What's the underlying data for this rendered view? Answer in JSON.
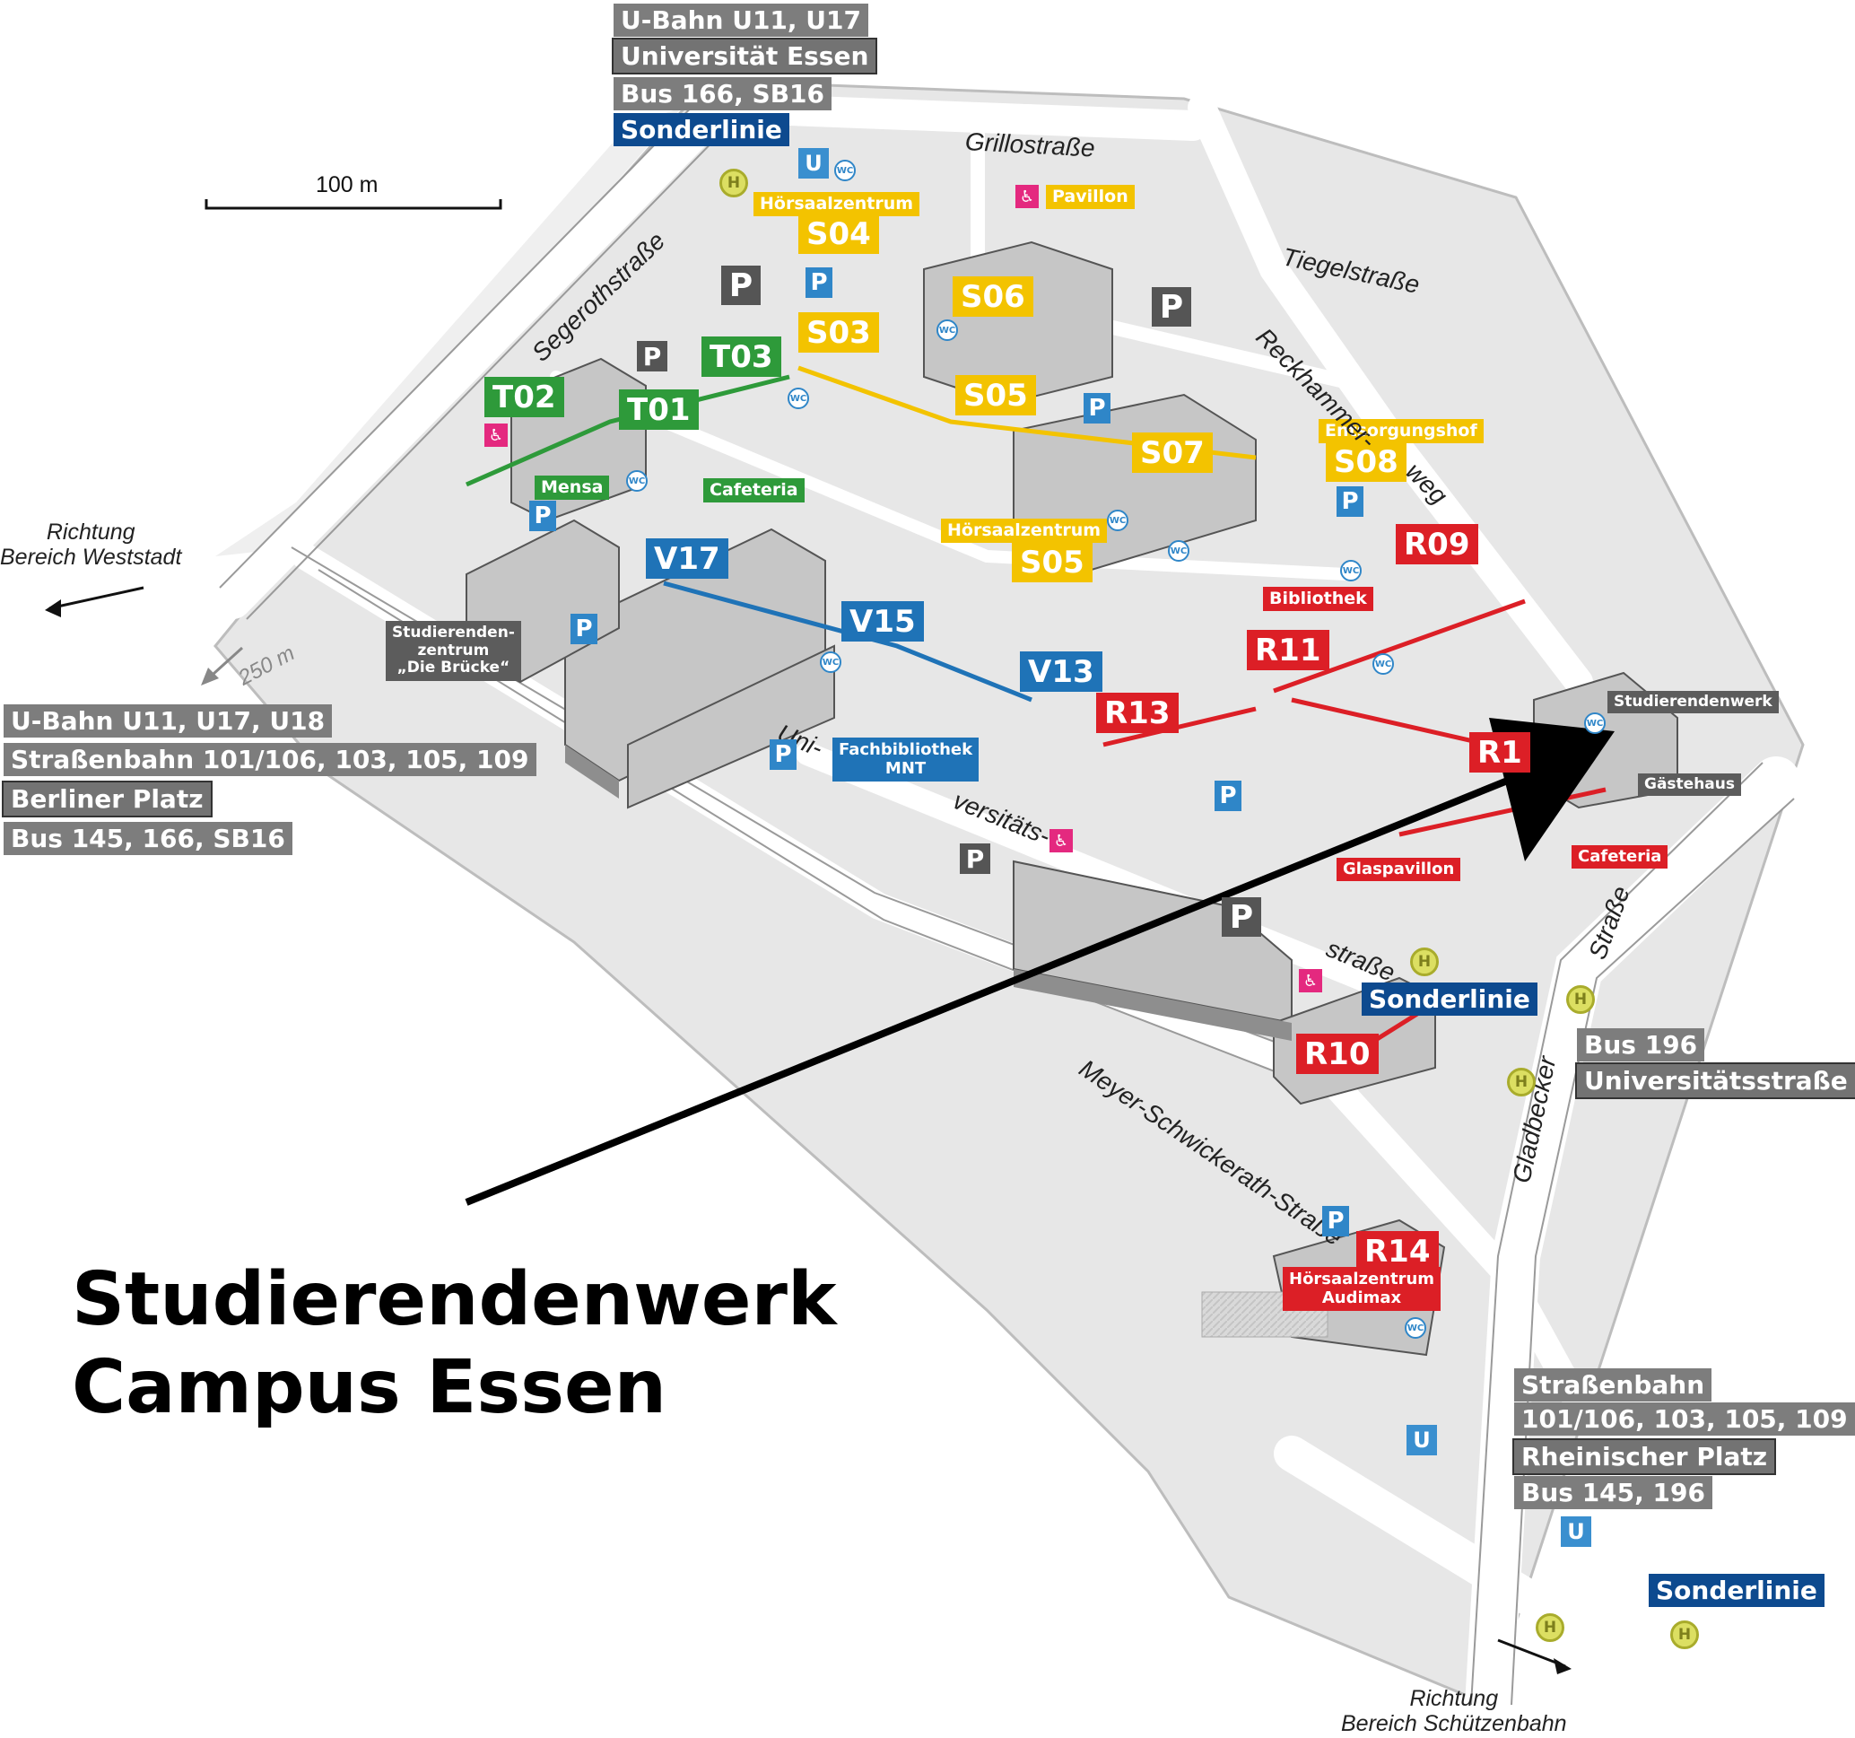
{
  "title": {
    "line1": "Studierendenwerk",
    "line2": "Campus Essen"
  },
  "scale": {
    "label": "100 m"
  },
  "distance": {
    "label": "250 m"
  },
  "directions": {
    "weststadt": "Richtung\nBereich Weststadt",
    "schuetzenbahn": "Richtung\nBereich Schützenbahn"
  },
  "streets": {
    "grillo": "Grillostraße",
    "segeroth": "Segerothstraße",
    "tiegel": "Tiegelstraße",
    "reckhammer1": "Reckhammer-",
    "reckhammer2": "weg",
    "uni1": "Uni-",
    "uni2": "versitäts-",
    "uni3": "straße",
    "meyer": "Meyer-Schwickerath-Straße",
    "gladbecker": "Gladbecker",
    "strasse": "Straße"
  },
  "transit": {
    "top": [
      "U-Bahn U11, U17",
      "Universität Essen",
      "Bus 166, SB16",
      "Sonderlinie"
    ],
    "left": [
      "U-Bahn U11, U17, U18",
      "Straßenbahn 101/106, 103, 105, 109",
      "Berliner Platz",
      "Bus 145, 166, SB16"
    ],
    "center_sonder": "Sonderlinie",
    "right": [
      "Bus 196",
      "Universitätsstraße"
    ],
    "bottom_right": [
      "Straßenbahn",
      "101/106, 103, 105, 109",
      "Rheinischer Platz",
      "Bus 145, 196"
    ],
    "bottom_sonder": "Sonderlinie"
  },
  "buildings": {
    "T01": "T01",
    "T02": "T02",
    "T03": "T03",
    "S03": "S03",
    "S04": "S04",
    "S05a": "S05",
    "S05b": "S05",
    "S06": "S06",
    "S07": "S07",
    "S08": "S08",
    "V13": "V13",
    "V15": "V15",
    "V17": "V17",
    "R09": "R09",
    "R10": "R10",
    "R11": "R11",
    "R12": "R1",
    "R13": "R13",
    "R14": "R14"
  },
  "facilities": {
    "mensa": "Mensa",
    "cafeteria_t": "Cafeteria",
    "pavillon": "Pavillon",
    "hsz_s04": "Hörsaalzentrum",
    "hsz_s05": "Hörsaalzentrum",
    "entsorgungshof": "Entsorgungshof",
    "bibliothek": "Bibliothek",
    "studierendenzentrum": "Studierenden-\nzentrum\n„Die Brücke“",
    "fachbibliothek": "Fachbibliothek\nMNT",
    "studierendenwerk": "Studierendenwerk",
    "gaestehaus": "Gästehaus",
    "cafeteria_r": "Cafeteria",
    "glaspavillon": "Glaspavillon",
    "hsz_r14": "Hörsaalzentrum\nAudimax"
  },
  "symbols": {
    "parking": "P",
    "ubahn": "U",
    "bus": "H",
    "wc": "WC",
    "access": "♿"
  },
  "colors": {
    "green": "#2e9a3a",
    "yellow": "#f3c300",
    "blue": "#1f73b7",
    "red": "#dc1f26",
    "navy": "#0d4a8f"
  }
}
